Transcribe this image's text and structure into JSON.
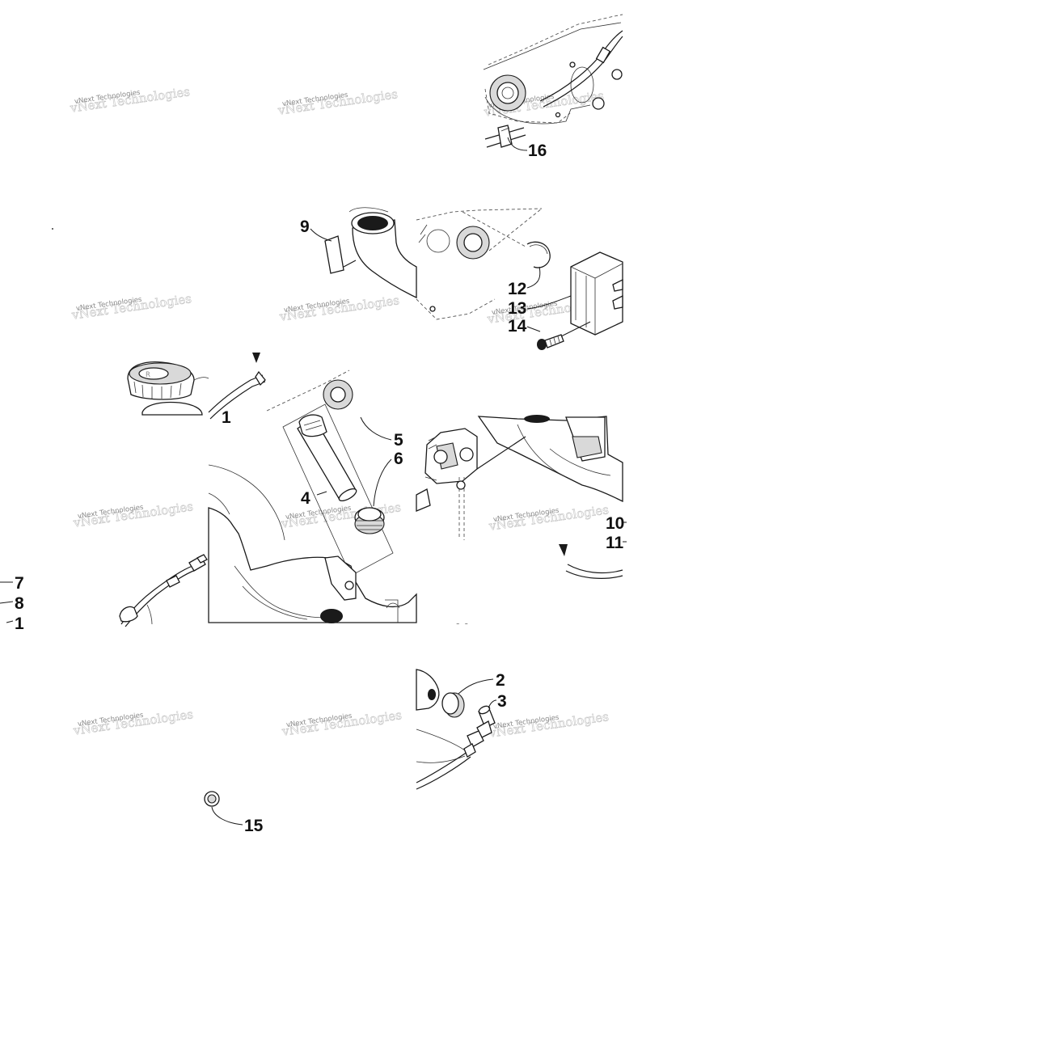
{
  "callouts": {
    "c1a": "1",
    "c1b": "1",
    "c2": "2",
    "c3": "3",
    "c4": "4",
    "c5": "5",
    "c6": "6",
    "c7": "7",
    "c8": "8",
    "c9": "9",
    "c10": "10",
    "c11": "11",
    "c12": "12",
    "c13": "13",
    "c14": "14",
    "c15": "15",
    "c16": "16",
    "c_partial": "11"
  },
  "watermark": {
    "text": "vNext Technologies"
  }
}
